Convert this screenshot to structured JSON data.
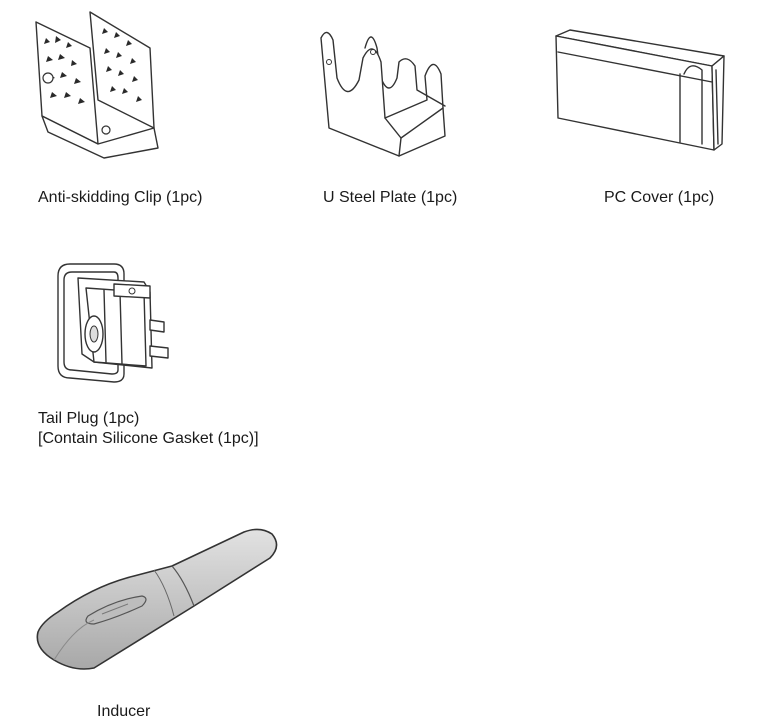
{
  "parts": {
    "anti_skid_clip": {
      "label": "Anti-skidding Clip (1pc)"
    },
    "u_steel_plate": {
      "label": "U Steel Plate (1pc)"
    },
    "pc_cover": {
      "label": "PC Cover (1pc)"
    },
    "tail_plug": {
      "label_line1": "Tail Plug (1pc)",
      "label_line2": "[Contain Silicone Gasket (1pc)]"
    },
    "inducer": {
      "label": "Inducer"
    }
  },
  "colors": {
    "line": "#333333",
    "inducer_fill": "#cfcfcf",
    "inducer_dark": "#9a9a9a"
  }
}
